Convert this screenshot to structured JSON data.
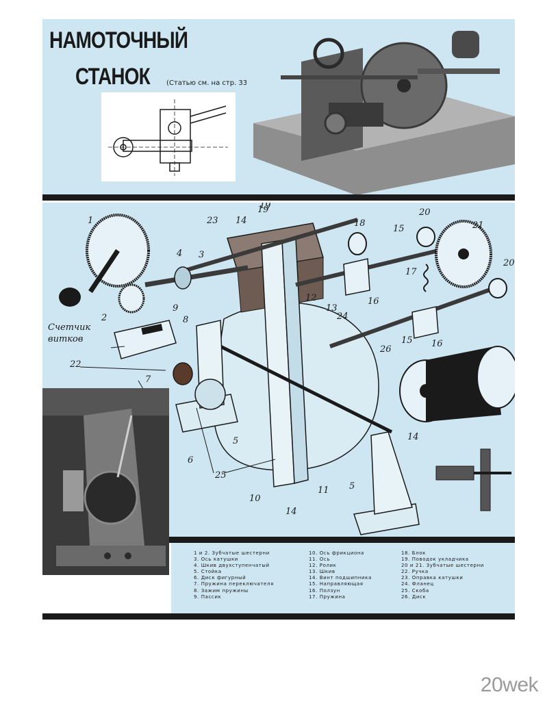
{
  "title": {
    "line1": "НАМОТОЧНЫЙ",
    "line2": "СТАНОК"
  },
  "see_article": "(Статью см. на стр. 33)",
  "diagram": {
    "counter_label_line1": "Счетчик",
    "counter_label_line2": "витков",
    "callouts": [
      "1",
      "2",
      "3",
      "4",
      "5",
      "5",
      "6",
      "7",
      "8",
      "9",
      "10",
      "11",
      "12",
      "13",
      "14",
      "14",
      "14",
      "15",
      "15",
      "16",
      "16",
      "17",
      "18",
      "19",
      "19",
      "20",
      "20",
      "21",
      "22",
      "23",
      "24",
      "25",
      "26"
    ]
  },
  "legend": {
    "col1": [
      "1 и 2. Зубчатые шестерни",
      "3. Ось катушки",
      "4. Шкив двухступенчатый",
      "5. Стойка",
      "6. Диск фигурный",
      "7. Пружина переключателя",
      "8. Зажим пружины",
      "9. Пассик"
    ],
    "col2": [
      "10. Ось фрикциона",
      "11. Ось",
      "12. Ролик",
      "13. Шкив",
      "14. Винт подшипника",
      "15. Направляющая",
      "16. Ползун",
      "17. Пружина"
    ],
    "col3": [
      "18. Блок",
      "19. Поводок укладчика",
      "20 и 21. Зубчатые шестерни",
      "22. Ручка",
      "23. Оправка катушки",
      "24. Фланец",
      "25. Скоба",
      "26. Диск"
    ]
  },
  "watermark": "20wek",
  "colors": {
    "panel": "#cde6f1",
    "rule": "#1a1a1a",
    "ink": "#1a1a1a"
  }
}
